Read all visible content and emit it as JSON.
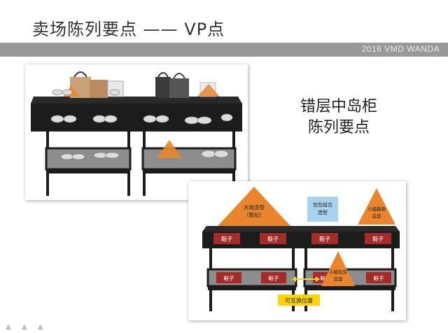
{
  "slide": {
    "title": "卖场陈列要点 —— VP点",
    "brand": "2016 VMD WANDA",
    "heading_line1": "错层中岛柜",
    "heading_line2": "陈列要点",
    "footer_marks": "▲ ▲ ▲"
  },
  "diagram": {
    "big_triangle": [
      "大组造型",
      "（鞋包）"
    ],
    "center_box": [
      "包包组合",
      "造型"
    ],
    "small_triangle_right": [
      "小组鞋款",
      "造型"
    ],
    "top_labels": [
      "鞋子",
      "鞋子",
      "鞋子",
      "鞋子"
    ],
    "bottom_labels": [
      "鞋子",
      "鞋子",
      "鞋子",
      "鞋子"
    ],
    "lower_triangle": [
      "小组包包",
      "造型"
    ],
    "swap_label": "可互换位置"
  },
  "colors": {
    "accent_orange": "#e8852e",
    "box_blue": "#a9d2ef",
    "label_red": "#a52a2a",
    "swap_yellow": "#ffd400",
    "table_black": "#1c1c1c"
  }
}
